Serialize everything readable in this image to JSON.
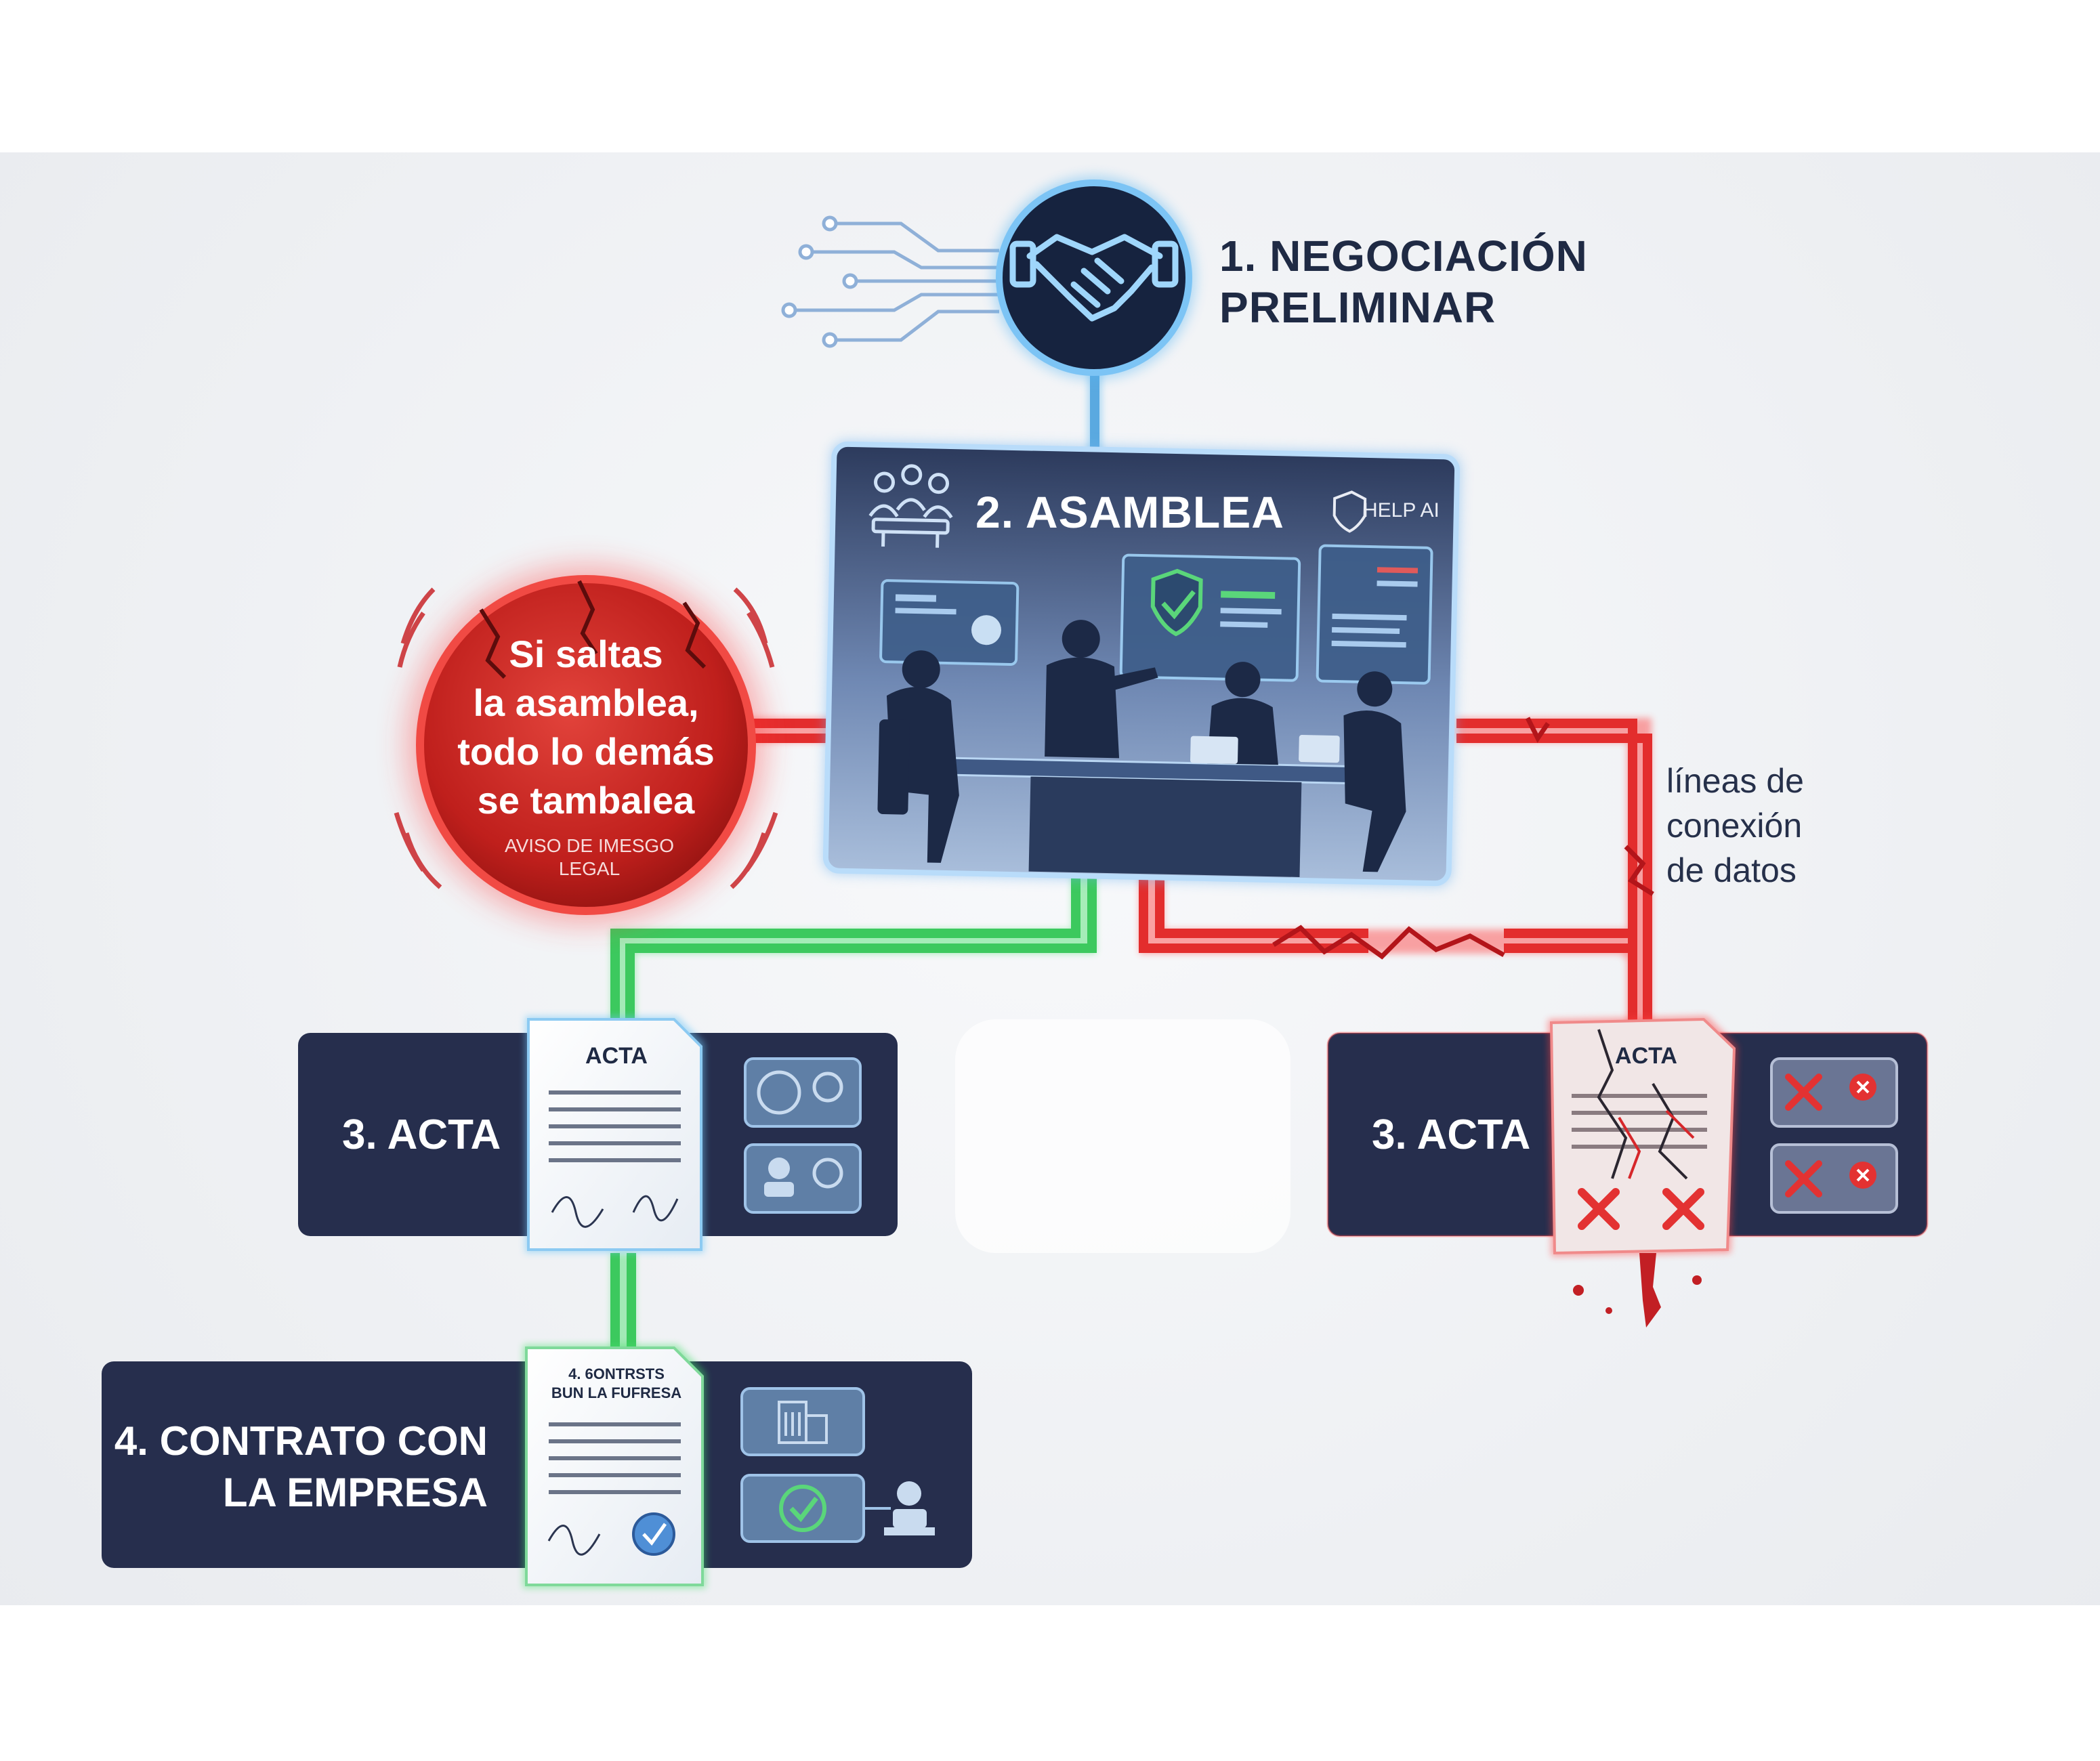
{
  "steps": [
    {
      "line1": "1. NEGOCIACIÓN",
      "line2": "PRELIMINAR"
    },
    {
      "label": "2. ASAMBLEA"
    },
    {
      "label": "3. ACTA"
    },
    {
      "label": "3. ACTA"
    },
    {
      "line1": "4. CONTRATO CON",
      "line2": "LA EMPRESA"
    }
  ],
  "brand": "HELP AI",
  "warning": {
    "lines": [
      "Si saltas",
      "la asamblea,",
      "todo lo demás",
      "se tambalea"
    ],
    "sub": [
      "AVISO DE IMESGO",
      "LEGAL"
    ]
  },
  "connection_note": [
    "líneas de",
    "conexión",
    "de datos"
  ],
  "docs": {
    "acta_left": "ACTA",
    "acta_right": "ACTA",
    "contract": [
      "4. 6ONTRSTS",
      "BUN LA FUFRESA"
    ]
  },
  "colors": {
    "panel_dark": "#262e4d",
    "ok_green": "#3cc95e",
    "risk_red": "#e32d2d",
    "accent_blue": "#7cc4f5"
  },
  "icons": [
    "handshake-icon",
    "meeting-icon",
    "shield-logo-icon",
    "x-mark-icon",
    "building-icon",
    "check-circle-icon",
    "seal-icon",
    "signer-icon"
  ]
}
